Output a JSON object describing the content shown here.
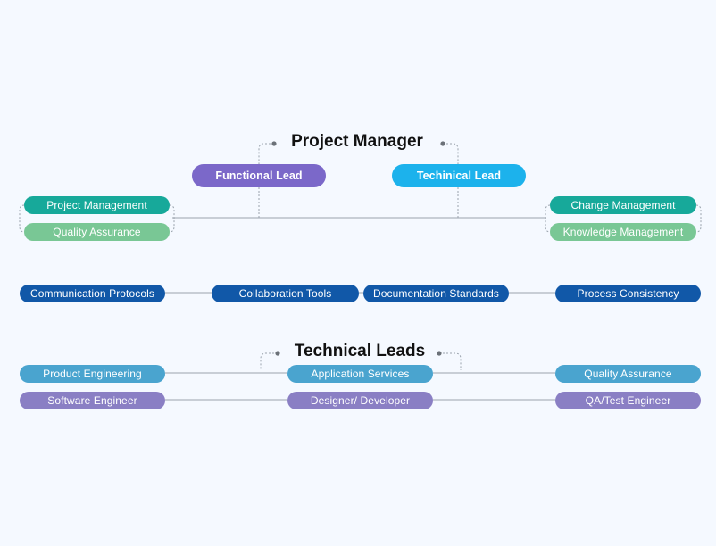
{
  "titles": {
    "project_manager": "Project Manager",
    "technical_leads": "Technical Leads"
  },
  "leads": {
    "functional": "Functional Lead",
    "technical": "Techinical Lead"
  },
  "left_group": [
    "Project Management",
    "Quality Assurance"
  ],
  "right_group": [
    "Change Management",
    "Knowledge Management"
  ],
  "process_row": [
    "Communication Protocols",
    "Collaboration Tools",
    "Documentation Standards",
    "Process Consistency"
  ],
  "services_row": [
    "Product Engineering",
    "Application Services",
    "Quality Assurance"
  ],
  "roles_row": [
    "Software Engineer",
    "Designer/ Developer",
    "QA/Test Engineer"
  ],
  "colors": {
    "background": "#f5f9ff",
    "functional_lead": "#7b68c9",
    "technical_lead": "#1cb2ec",
    "teal": "#17a99a",
    "light_green": "#79c795",
    "navy": "#1158a8",
    "steel_blue": "#4aa4cf",
    "lavender": "#8a7fc4",
    "connector": "#9aa3ad",
    "dot": "#6b7178"
  }
}
